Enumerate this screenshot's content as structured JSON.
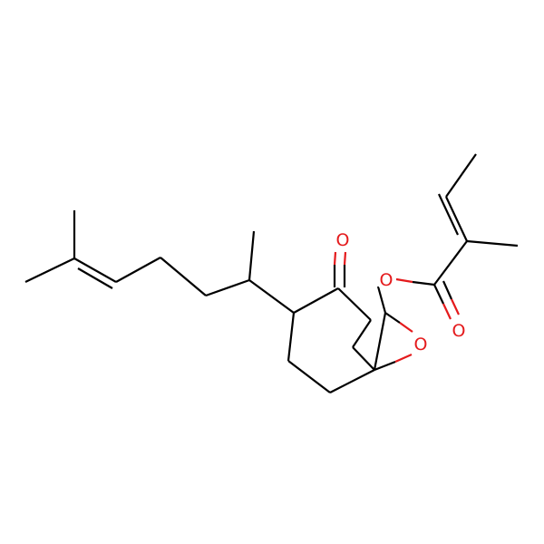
{
  "molecule": {
    "atom_labels": [
      "O",
      "O",
      "O",
      "O"
    ],
    "colors": {
      "carbon_bond": "#000000",
      "oxygen": "#e41a1c",
      "background": "#ffffff"
    }
  }
}
